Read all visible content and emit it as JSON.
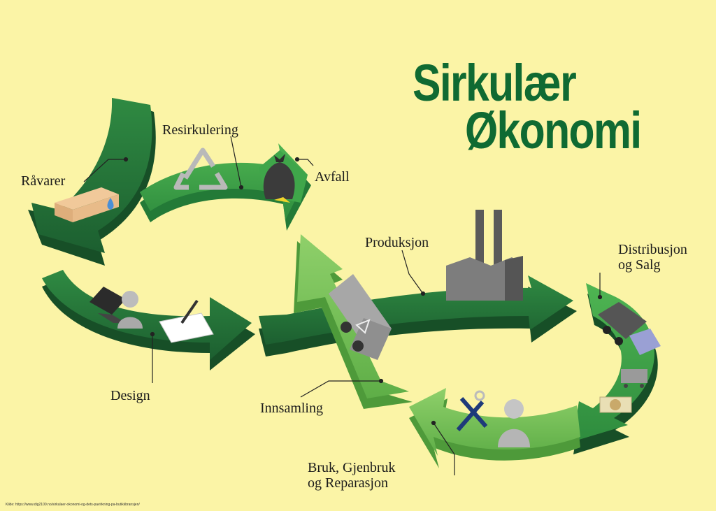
{
  "title": {
    "line1": "Sirkulær",
    "line2": "Økonomi"
  },
  "labels": {
    "ravarer": "Råvarer",
    "resirkulering": "Resirkulering",
    "avfall": "Avfall",
    "design": "Design",
    "produksjon": "Produksjon",
    "distribusjon_line1": "Distribusjon",
    "distribusjon_line2": "og Salg",
    "innsamling": "Innsamling",
    "bruk_line1": "Bruk, Gjenbruk",
    "bruk_line2": "og Reparasjon"
  },
  "source": "Kilde: https://www.dig2100.no/sirkulaer-okonomi-og-dets-pavirkning-pa-butikkbransjen/",
  "colors": {
    "background": "#fbf4a6",
    "title": "#0f6a32",
    "dark_green": "#1e6b35",
    "mid_green": "#3fa64a",
    "light_green": "#7cc45b"
  }
}
